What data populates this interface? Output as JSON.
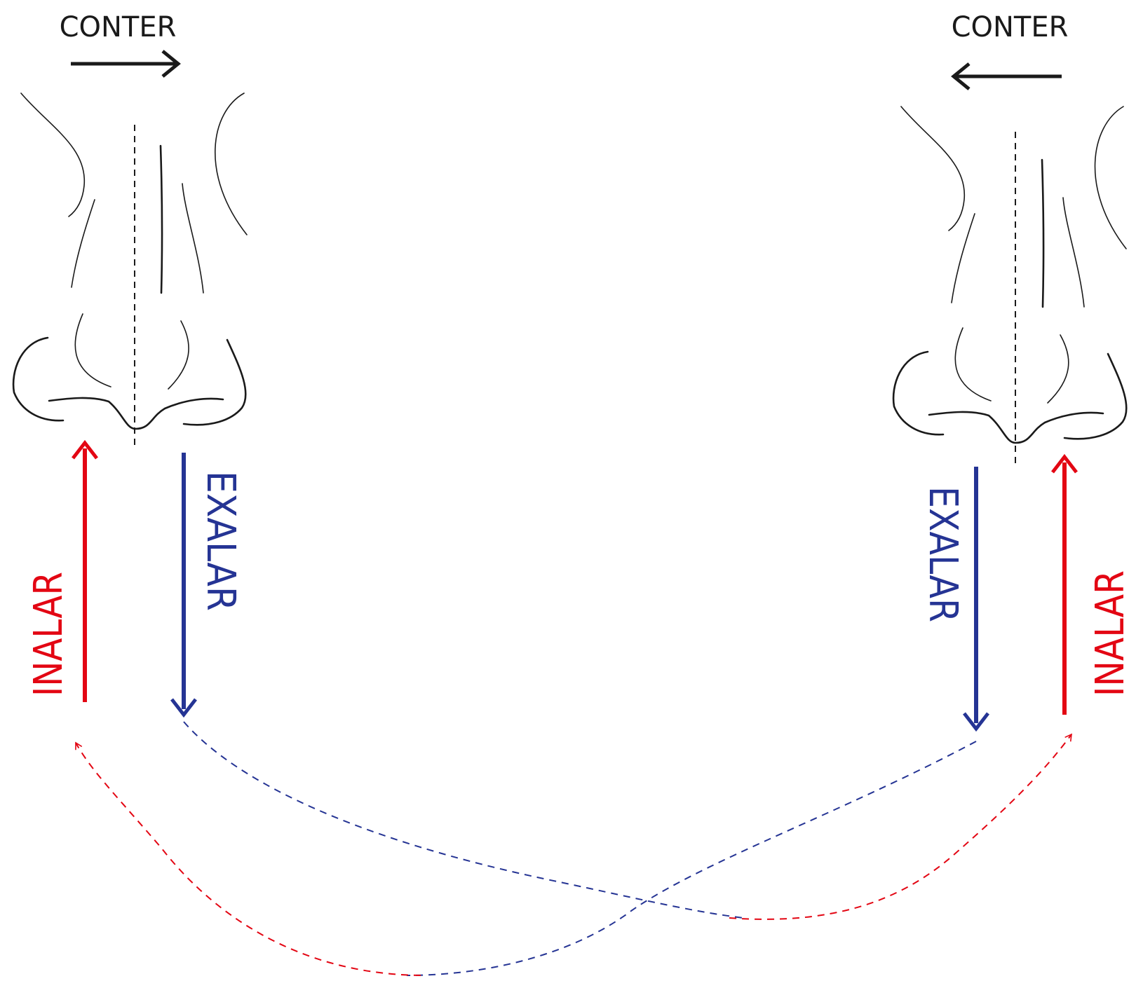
{
  "labels": {
    "left_conter": "CONTER",
    "right_conter": "CONTER",
    "left_inhale": "INALAR",
    "left_exhale": "EXALAR",
    "right_exhale": "EXALAR",
    "right_inhale": "INALAR"
  },
  "colors": {
    "inhale": "#e30613",
    "exhale": "#253494",
    "outline": "#1a1a1a"
  },
  "icons": {
    "left_conter_arrow": "arrow-right-icon",
    "right_conter_arrow": "arrow-left-icon"
  }
}
